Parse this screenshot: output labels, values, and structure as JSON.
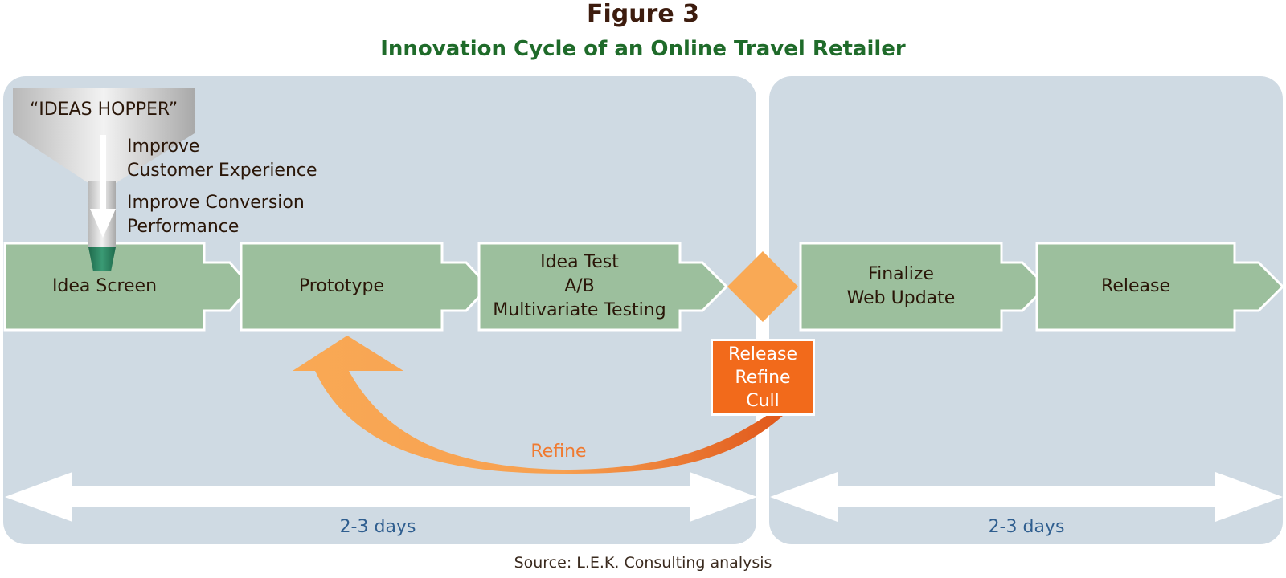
{
  "figure_number": "Figure 3",
  "title": "Innovation Cycle of an Online Travel Retailer",
  "hopper": {
    "label": "“IDEAS HOPPER”",
    "goals": [
      [
        "Improve",
        "Customer Experience"
      ],
      [
        "Improve Conversion",
        "Performance"
      ]
    ]
  },
  "stages": [
    {
      "lines": [
        "Idea Screen"
      ]
    },
    {
      "lines": [
        "Prototype"
      ]
    },
    {
      "lines": [
        "Idea Test",
        "A/B",
        "Multivariate Testing"
      ]
    },
    {
      "lines": [
        "Finalize",
        "Web Update"
      ]
    },
    {
      "lines": [
        "Release"
      ]
    }
  ],
  "decision": {
    "lines": [
      "Release",
      "Refine",
      "Cull"
    ]
  },
  "refine_label": "Refine",
  "durations": [
    "2-3 days",
    "2-3 days"
  ],
  "source": "Source: L.E.K. Consulting analysis",
  "colors": {
    "panel": "#cfdae3",
    "stage": "#9cbf9d",
    "diamond": "#f9a955",
    "decision_box": "#f26a1b",
    "refine_arrow_light": "#f9a955",
    "refine_arrow_dark": "#e0571a",
    "title": "#1f6b2a",
    "figure_number": "#3d1c0e",
    "duration_text": "#2f5e8f",
    "hopper_nozzle": "#2a7a5c"
  },
  "icons": [
    "funnel-icon",
    "down-arrow-icon",
    "decision-diamond-icon",
    "refine-curved-arrow-icon",
    "double-headed-arrow-icon"
  ]
}
